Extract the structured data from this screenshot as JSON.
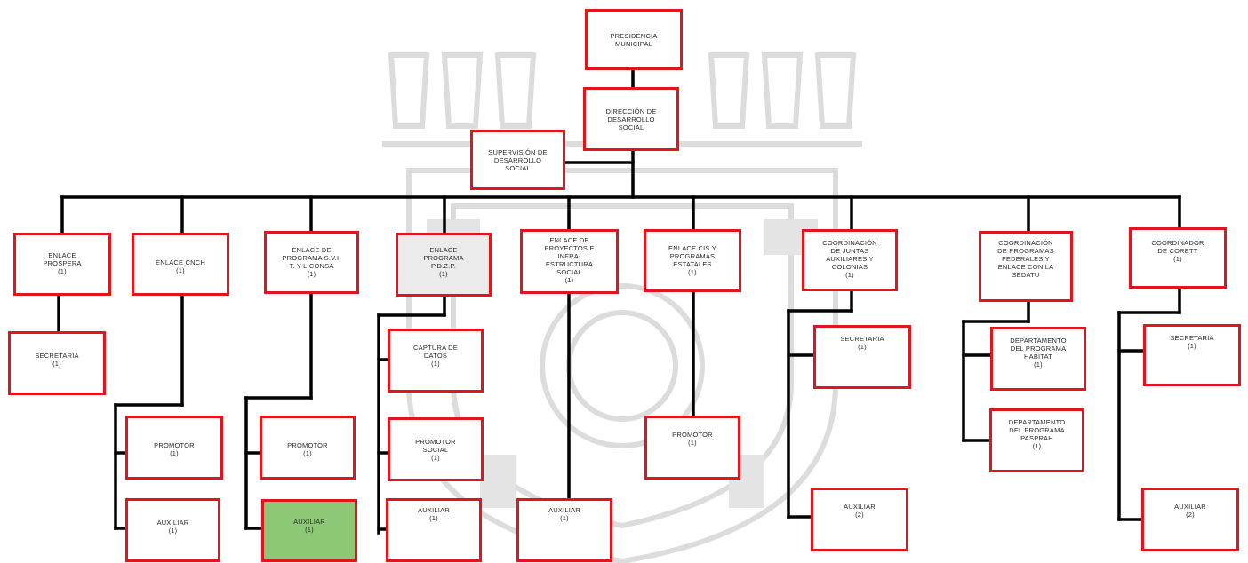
{
  "title": "",
  "colors": {
    "border": "#e0161c",
    "line": "#000000",
    "highlight": "#8dc876",
    "shaded": "#ebebeb"
  },
  "watermark": "coat-of-arms",
  "nodes": {
    "presidencia": {
      "title": "PRESIDENCIA\nMUNICIPAL",
      "count": ""
    },
    "direccion": {
      "title": "DIRECCIÓN DE\nDESARROLLO\nSOCIAL",
      "count": ""
    },
    "supervision": {
      "title": "SUPERVISIÓN DE\nDESARROLLO\nSOCIAL",
      "count": ""
    },
    "prospera": {
      "title": "ENLACE\nPROSPERA",
      "count": "(1)"
    },
    "prospera_sec": {
      "title": "SECRETARIA",
      "count": "(1)"
    },
    "cnch": {
      "title": "ENLACE CNCH",
      "count": "(1)"
    },
    "cnch_prom": {
      "title": "PROMOTOR",
      "count": "(1)"
    },
    "cnch_aux": {
      "title": "AUXILIAR",
      "count": "(1)"
    },
    "svi": {
      "title": "ENLACE DE\nPROGRAMA S.V.I.\nT. Y LICONSA",
      "count": "(1)"
    },
    "svi_prom": {
      "title": "PROMOTOR",
      "count": "(1)"
    },
    "svi_aux": {
      "title": "AUXILIAR",
      "count": "(1)"
    },
    "pdzp": {
      "title": "ENLACE\nPROGRAMA\nP.D.Z.P.",
      "count": "(1)"
    },
    "pdzp_cap": {
      "title": "CAPTURA DE\nDATOS",
      "count": "(1)"
    },
    "pdzp_prom": {
      "title": "PROMOTOR\nSOCIAL",
      "count": "(1)"
    },
    "pdzp_aux": {
      "title": "AUXILIAR",
      "count": "(1)"
    },
    "proy": {
      "title": "ENLACE DE\nPROYECTOS E\nINFRA-\nESTRUCTURA\nSOCIAL",
      "count": "(1)"
    },
    "proy_aux": {
      "title": "AUXILIAR",
      "count": "(1)"
    },
    "est": {
      "title": "ENLACE CIS Y\nPROGRAMAS\nESTATALES",
      "count": "(1)"
    },
    "est_prom": {
      "title": "PROMOTOR",
      "count": "(1)"
    },
    "coord_jun": {
      "title": "COORDINACIÓN\nDE JUNTAS\nAUXILIARES Y\nCOLONIAS",
      "count": "(1)"
    },
    "coord_jun_sec": {
      "title": "SECRETARIA",
      "count": "(1)"
    },
    "coord_jun_aux": {
      "title": "AUXILIAR",
      "count": "(2)"
    },
    "coord_fed": {
      "title": "COORDINACIÓN\nDE PROGRAMAS\nFEDERALES Y\nENLACE CON LA\nSEDATU",
      "count": ""
    },
    "coord_fed_hab": {
      "title": "DEPARTAMENTO\nDEL PROGRAMA\nHABITAT",
      "count": "(1)"
    },
    "coord_fed_pas": {
      "title": "DEPARTAMENTO\nDEL PROGRAMA\nPASPRAH",
      "count": "(1)"
    },
    "coreti": {
      "title": "COORDINADOR\nDE CORETT",
      "count": "(1)"
    },
    "coreti_sec": {
      "title": "SECRETARIA",
      "count": "(1)"
    },
    "coreti_aux": {
      "title": "AUXILIAR",
      "count": "(2)"
    }
  }
}
